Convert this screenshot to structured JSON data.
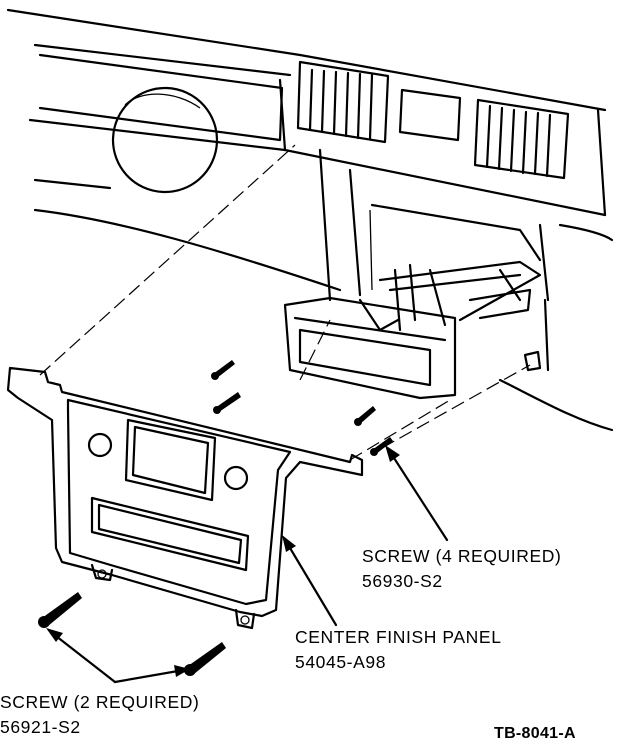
{
  "callouts": {
    "screw_4": {
      "line1": "SCREW (4 REQUIRED)",
      "line2": "56930-S2"
    },
    "center_panel": {
      "line1": "CENTER FINISH PANEL",
      "line2": "54045-A98"
    },
    "screw_2": {
      "line1": "SCREW (2 REQUIRED)",
      "line2": "56921-S2"
    }
  },
  "figure_ref": "TB-8041-A",
  "colors": {
    "ink": "#000000",
    "paper": "#ffffff"
  }
}
